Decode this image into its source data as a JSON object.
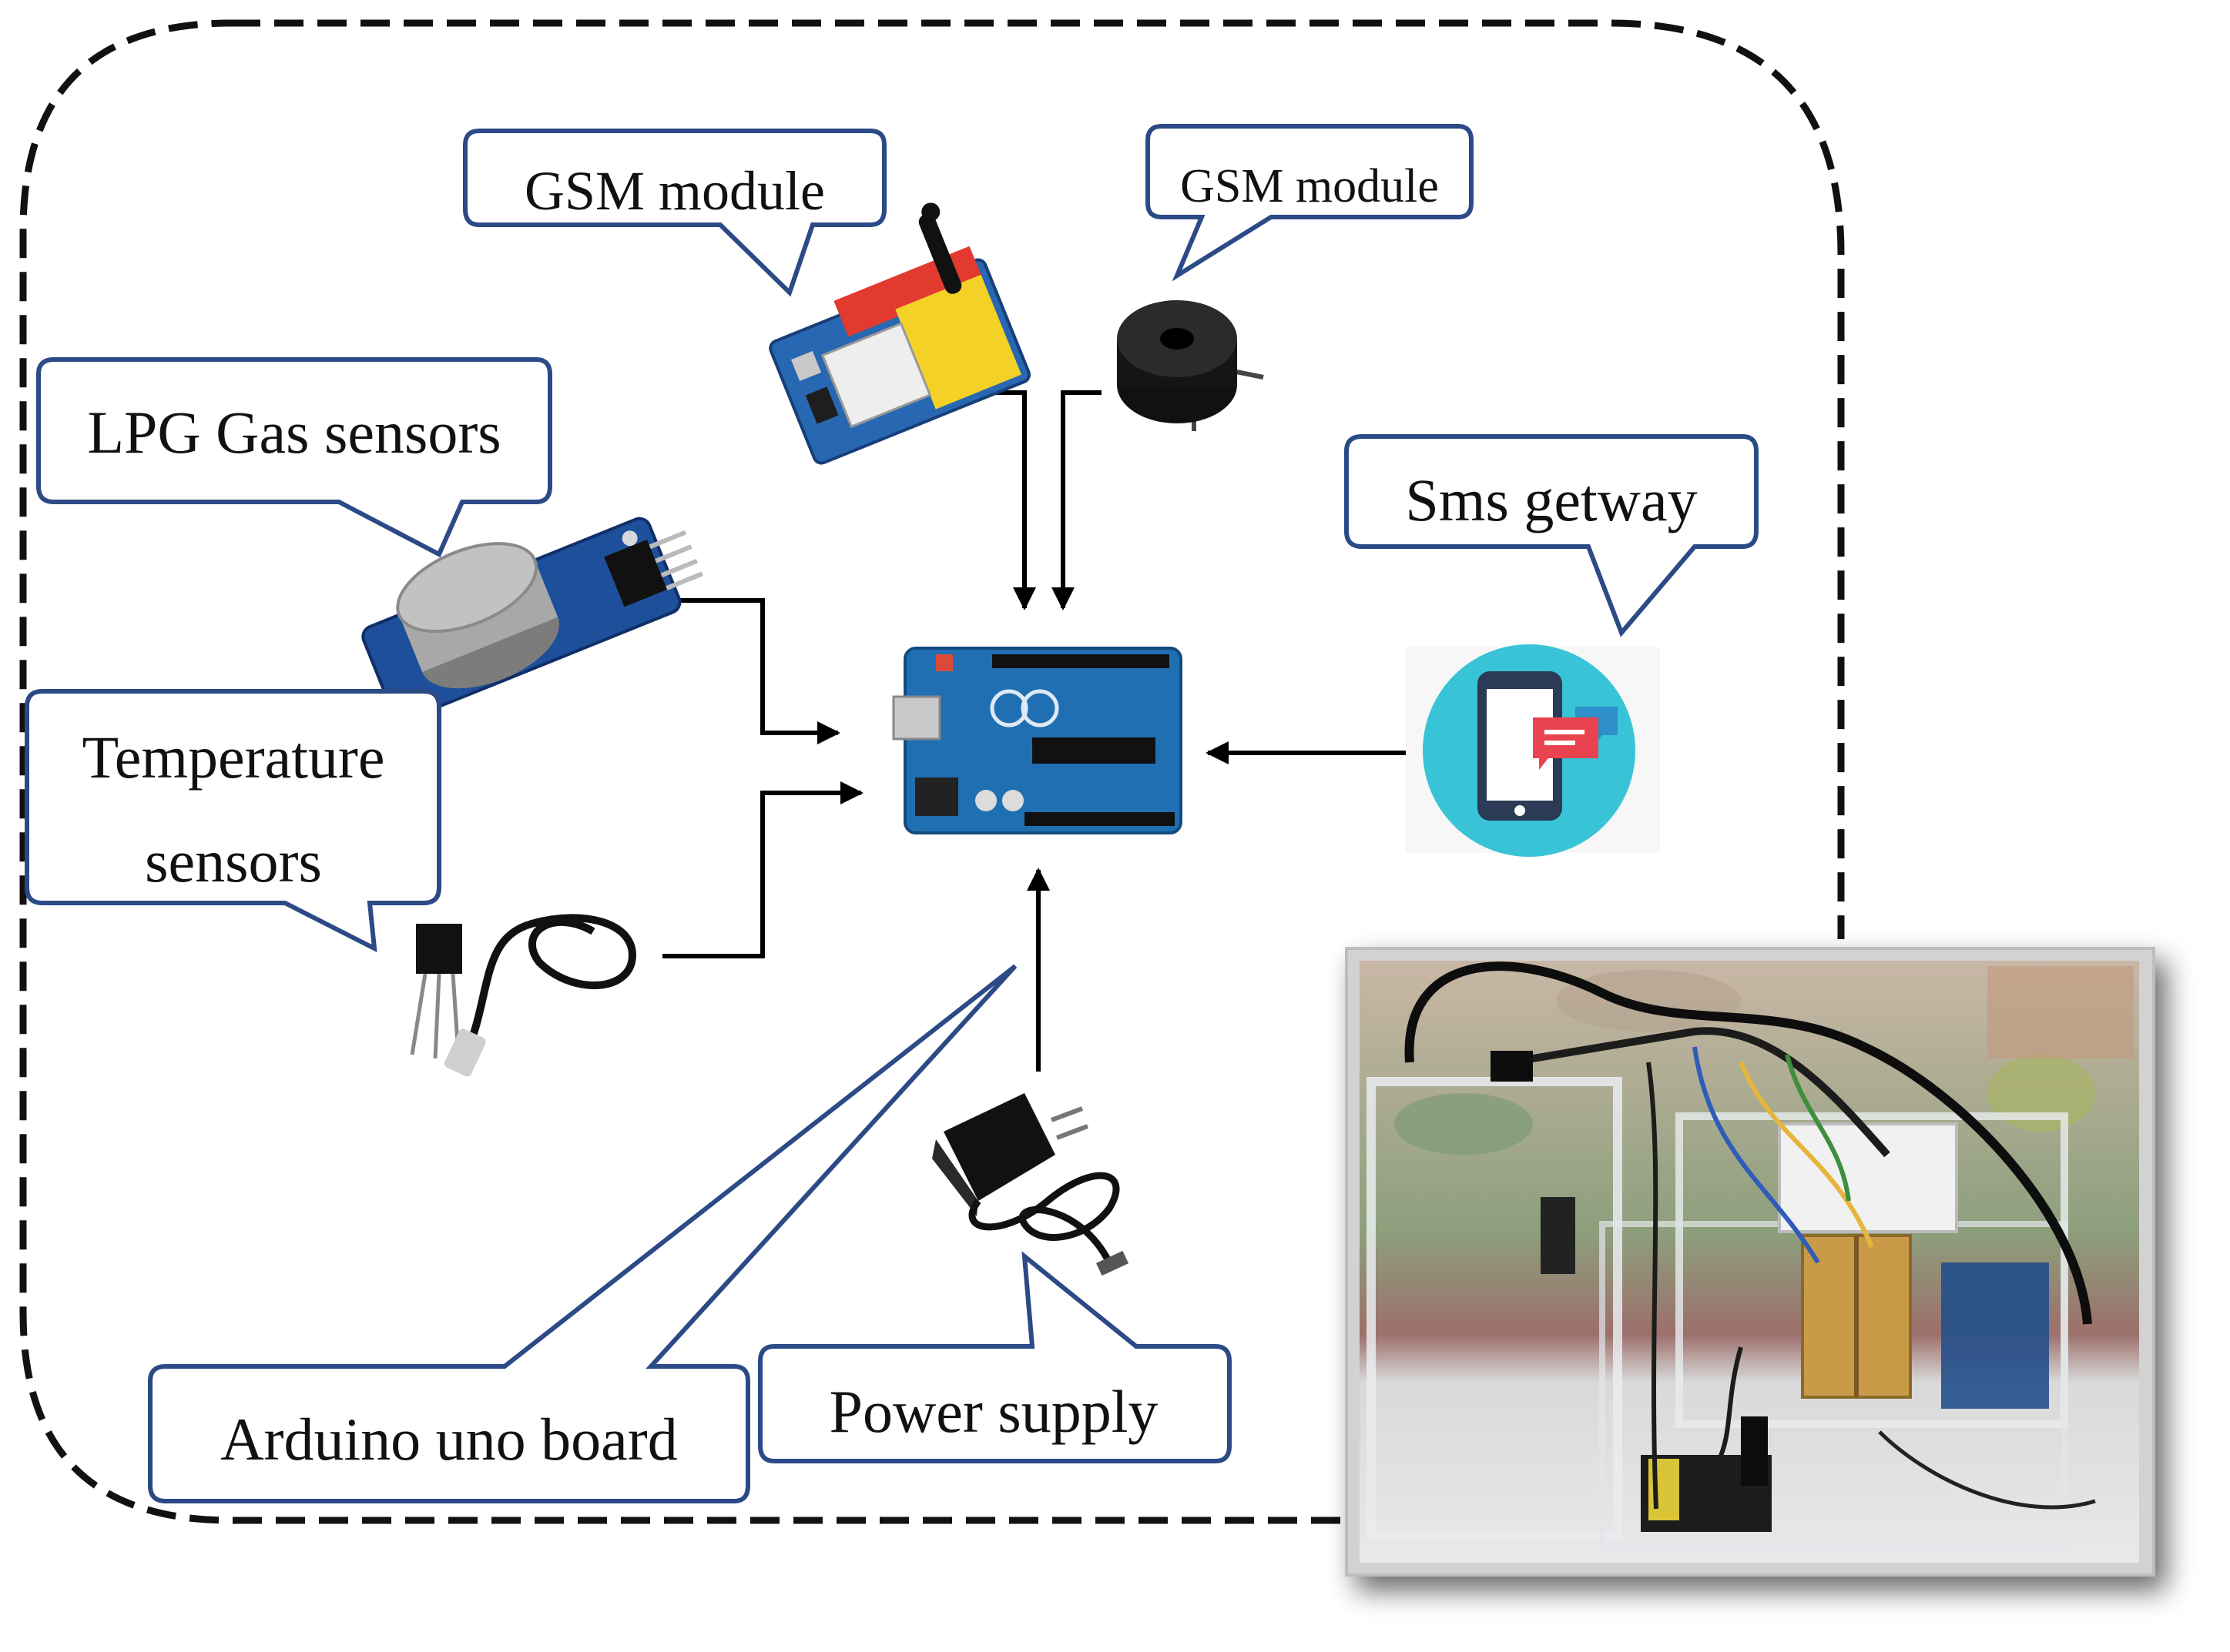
{
  "callouts": {
    "gsm_module_1": "GSM module",
    "gsm_module_2": "GSM module",
    "lpg_gas_sensors": "LPG Gas sensors",
    "temperature_sensors_line1": "Temperature",
    "temperature_sensors_line2": "sensors",
    "sms_gateway": "Sms getway",
    "arduino_uno_board": "Arduino uno board",
    "power_supply": "Power supply"
  },
  "colors": {
    "callout_border": "#2b4a86",
    "boundary": "#111111",
    "arrow": "#000000",
    "board_blue": "#1f6fb2",
    "sensor_blue": "#1d4f9a",
    "sms_circle": "#39c3d6",
    "chat_red": "#e8434f"
  },
  "icons": {
    "gsm": "gsm-module-icon",
    "buzzer": "buzzer-icon",
    "lpg": "lpg-gas-sensor-icon",
    "temp": "temperature-sensor-icon",
    "arduino": "arduino-uno-icon",
    "sms": "sms-gateway-icon",
    "power": "power-adapter-icon",
    "photo": "prototype-photo"
  }
}
